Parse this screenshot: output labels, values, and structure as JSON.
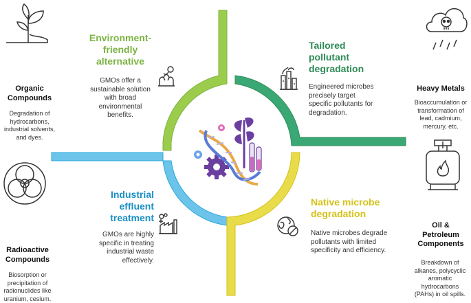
{
  "colors": {
    "green": "#8dc63f",
    "teal": "#2e9e6a",
    "blue": "#29a8dc",
    "yellow": "#e6d52a",
    "dark_title_green": "#7cb342",
    "dark_title_teal": "#2e8b57",
    "dark_title_blue": "#1a8fc4",
    "dark_title_yellow": "#d4c21a",
    "purple": "#6b3fa0"
  },
  "quadrants": {
    "top_left": {
      "title": "Environment-\nfriendly\nalternative",
      "text": "GMOs offer a\nsustainable solution\nwith broad\nenvironmental\nbenefits.",
      "icon": "ecology-hands-icon"
    },
    "top_right": {
      "title": "Tailored\npollutant\ndegradation",
      "text": "Engineered microbes\nprecisely target\nspecific pollutants for\ndegradation.",
      "icon": "factory-icon"
    },
    "bottom_left": {
      "title": "Industrial\neffluent\ntreatment",
      "text": "GMOs are highly\nspecific in treating\nindustrial waste\neffectively.",
      "icon": "industrial-waste-icon"
    },
    "bottom_right": {
      "title": "Native microbe\ndegradation",
      "text": "Native microbes degrade\npollutants with limited\nspecificity and efficiency.",
      "icon": "microbe-icon"
    }
  },
  "sides": {
    "organic": {
      "title": "Organic\nCompounds",
      "text": "Degradation of\nhydrocarbons,\nindustrial solvents,\nand dyes.",
      "icon": "plant-icon"
    },
    "radioactive": {
      "title": "Radioactive\nCompounds",
      "text": "Biosorption or\nprecipitation of\nradionuclides like\nuranium, cesium.",
      "icon": "biohazard-icon"
    },
    "heavy_metals": {
      "title": "Heavy Metals",
      "text": "Bioaccumulation or\ntransformation of\nlead, cadmium,\nmercury, etc.",
      "icon": "toxic-cloud-icon"
    },
    "oil": {
      "title": "Oil &\nPetroleum\nComponents",
      "text": "Breakdown of\nalkanes, polycyclic\naromatic\nhydrocarbons\n(PAHs) in oil spills.",
      "icon": "gas-cylinder-icon"
    }
  },
  "center": {
    "icon": "biotech-dna-plant-icon"
  }
}
